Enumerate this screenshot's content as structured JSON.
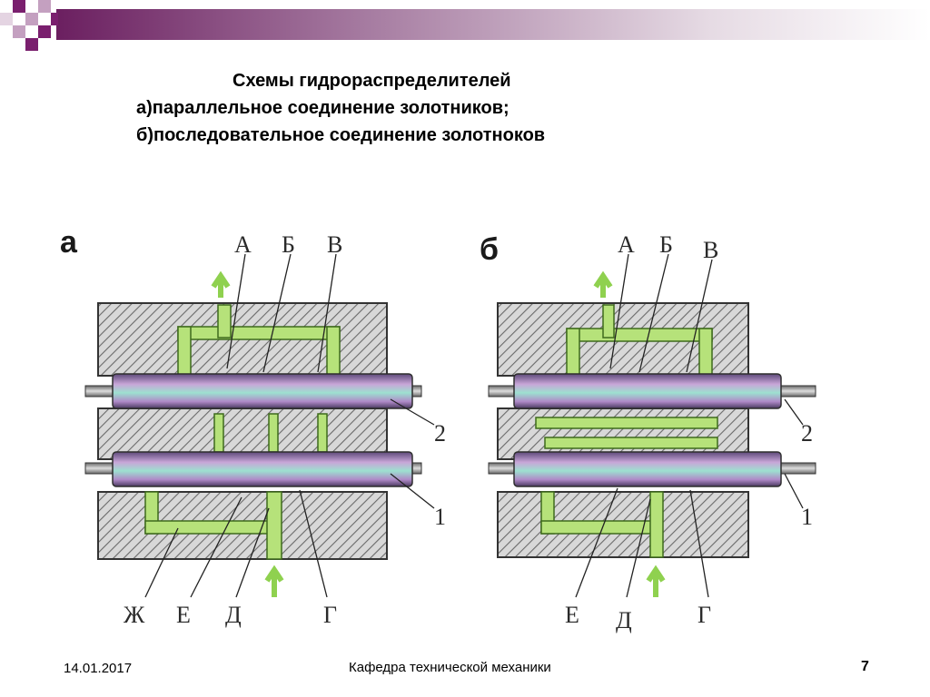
{
  "slide": {
    "title_line1": "Схемы гидрораспределителей",
    "title_line2": "а)параллельное соединение золотников;",
    "title_line3": "б)последовательное соединение золотноков"
  },
  "diagram_a": {
    "panel_label": "а",
    "labels_top": [
      "А",
      "Б",
      "В"
    ],
    "labels_bottom": [
      "Ж",
      "Е",
      "Д",
      "Г"
    ],
    "label_spool_upper": "2",
    "label_spool_lower": "1"
  },
  "diagram_b": {
    "panel_label": "б",
    "labels_top": [
      "А",
      "Б",
      "В"
    ],
    "labels_bottom": [
      "Е",
      "Д",
      "Г"
    ],
    "label_spool_upper": "2",
    "label_spool_lower": "1"
  },
  "footer": {
    "date": "14.01.2017",
    "department": "Кафедра технической механики",
    "page": "7"
  },
  "colors": {
    "accent_purple": "#7a1f6e",
    "accent_pink": "#c4a0c0",
    "flow_green": "#b6e27a",
    "arrow_green": "#8fd14f",
    "body_gray": "#8a8a8a"
  }
}
